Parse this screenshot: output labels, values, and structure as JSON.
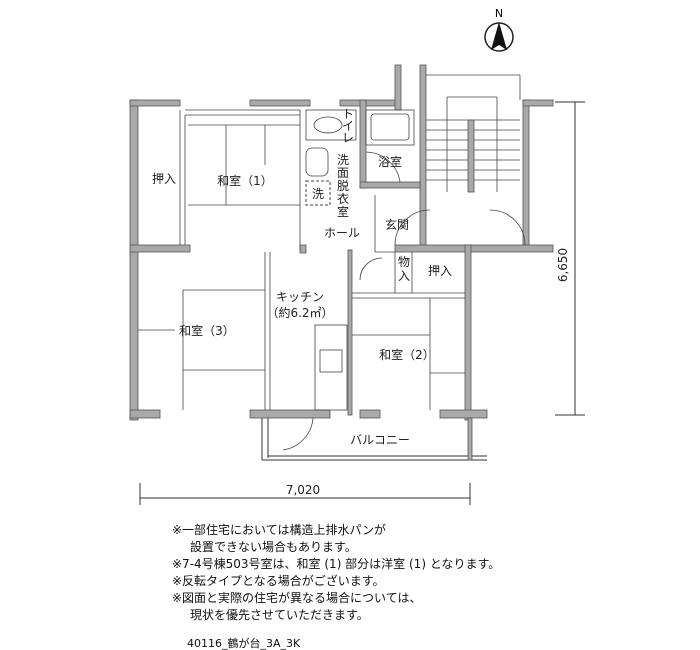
{
  "compass": {
    "label": "N"
  },
  "rooms": {
    "oshiire_left": "押入",
    "washitsu_1": "和室（1）",
    "toilet": [
      "ト",
      "イ",
      "レ"
    ],
    "bathroom": "浴室",
    "washroom": [
      "洗",
      "面",
      "脱",
      "衣",
      "室"
    ],
    "washer": "洗",
    "hall": "ホール",
    "entrance": "玄関",
    "storage": [
      "物",
      "入"
    ],
    "oshiire_right": "押入",
    "kitchen": "キッチン",
    "kitchen_area": "（約6.2㎡）",
    "washitsu_3": "和室（3）",
    "washitsu_2": "和室（2）",
    "balcony": "バルコニー"
  },
  "dimensions": {
    "depth": "6,650",
    "width": "7,020"
  },
  "notes": [
    "※一部住宅においては構造上排水パンが",
    "設置できない場合もあります。",
    "※7-4号棟503号室は、和室 (1) 部分は洋室 (1) となります。",
    "※反転タイプとなる場合がございます。",
    "※図面と実際の住宅が異なる場合については、",
    "現状を優先させていただきます。"
  ],
  "plan_code": "40116_鶴が台_3A_3K",
  "colors": {
    "wall": "#a9a9a9",
    "line": "#333333"
  }
}
